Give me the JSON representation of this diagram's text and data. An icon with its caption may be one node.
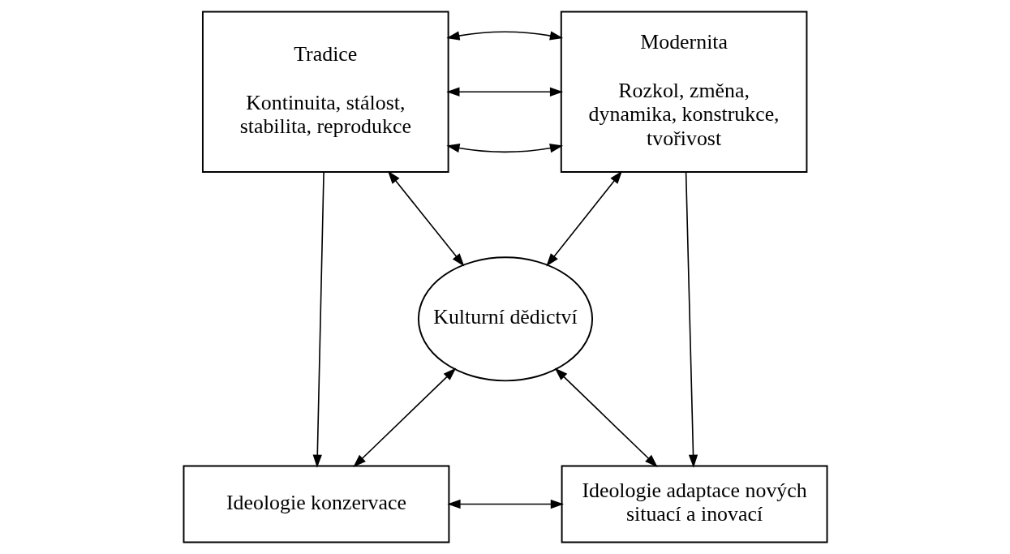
{
  "diagram": {
    "nodes": [
      {
        "text": [
          "Tradice",
          "Kontinuita, stálost, stabilita, reprodukce"
        ]
      },
      {
        "text": [
          "Modernita",
          "Rozkol, změna, dynamika, konstrukce, tvořivost"
        ]
      },
      {
        "text": [
          "Kulturní dědictví"
        ]
      },
      {
        "text": [
          "Ideologie konzervace"
        ]
      },
      {
        "text": [
          "Ideologie adaptace nových situací a inovací"
        ]
      }
    ],
    "edges": [
      {
        "from": 0,
        "to": 1,
        "arrow": "both"
      },
      {
        "from": 0,
        "to": 1,
        "arrow": "both"
      },
      {
        "from": 0,
        "to": 1,
        "arrow": "both"
      },
      {
        "from": 0,
        "to": 2,
        "arrow": "both"
      },
      {
        "from": 1,
        "to": 2,
        "arrow": "both"
      },
      {
        "from": 0,
        "to": 3,
        "arrow": "to"
      },
      {
        "from": 1,
        "to": 4,
        "arrow": "to"
      },
      {
        "from": 2,
        "to": 3,
        "arrow": "both"
      },
      {
        "from": 2,
        "to": 4,
        "arrow": "both"
      },
      {
        "from": 3,
        "to": 4,
        "arrow": "both"
      }
    ]
  }
}
